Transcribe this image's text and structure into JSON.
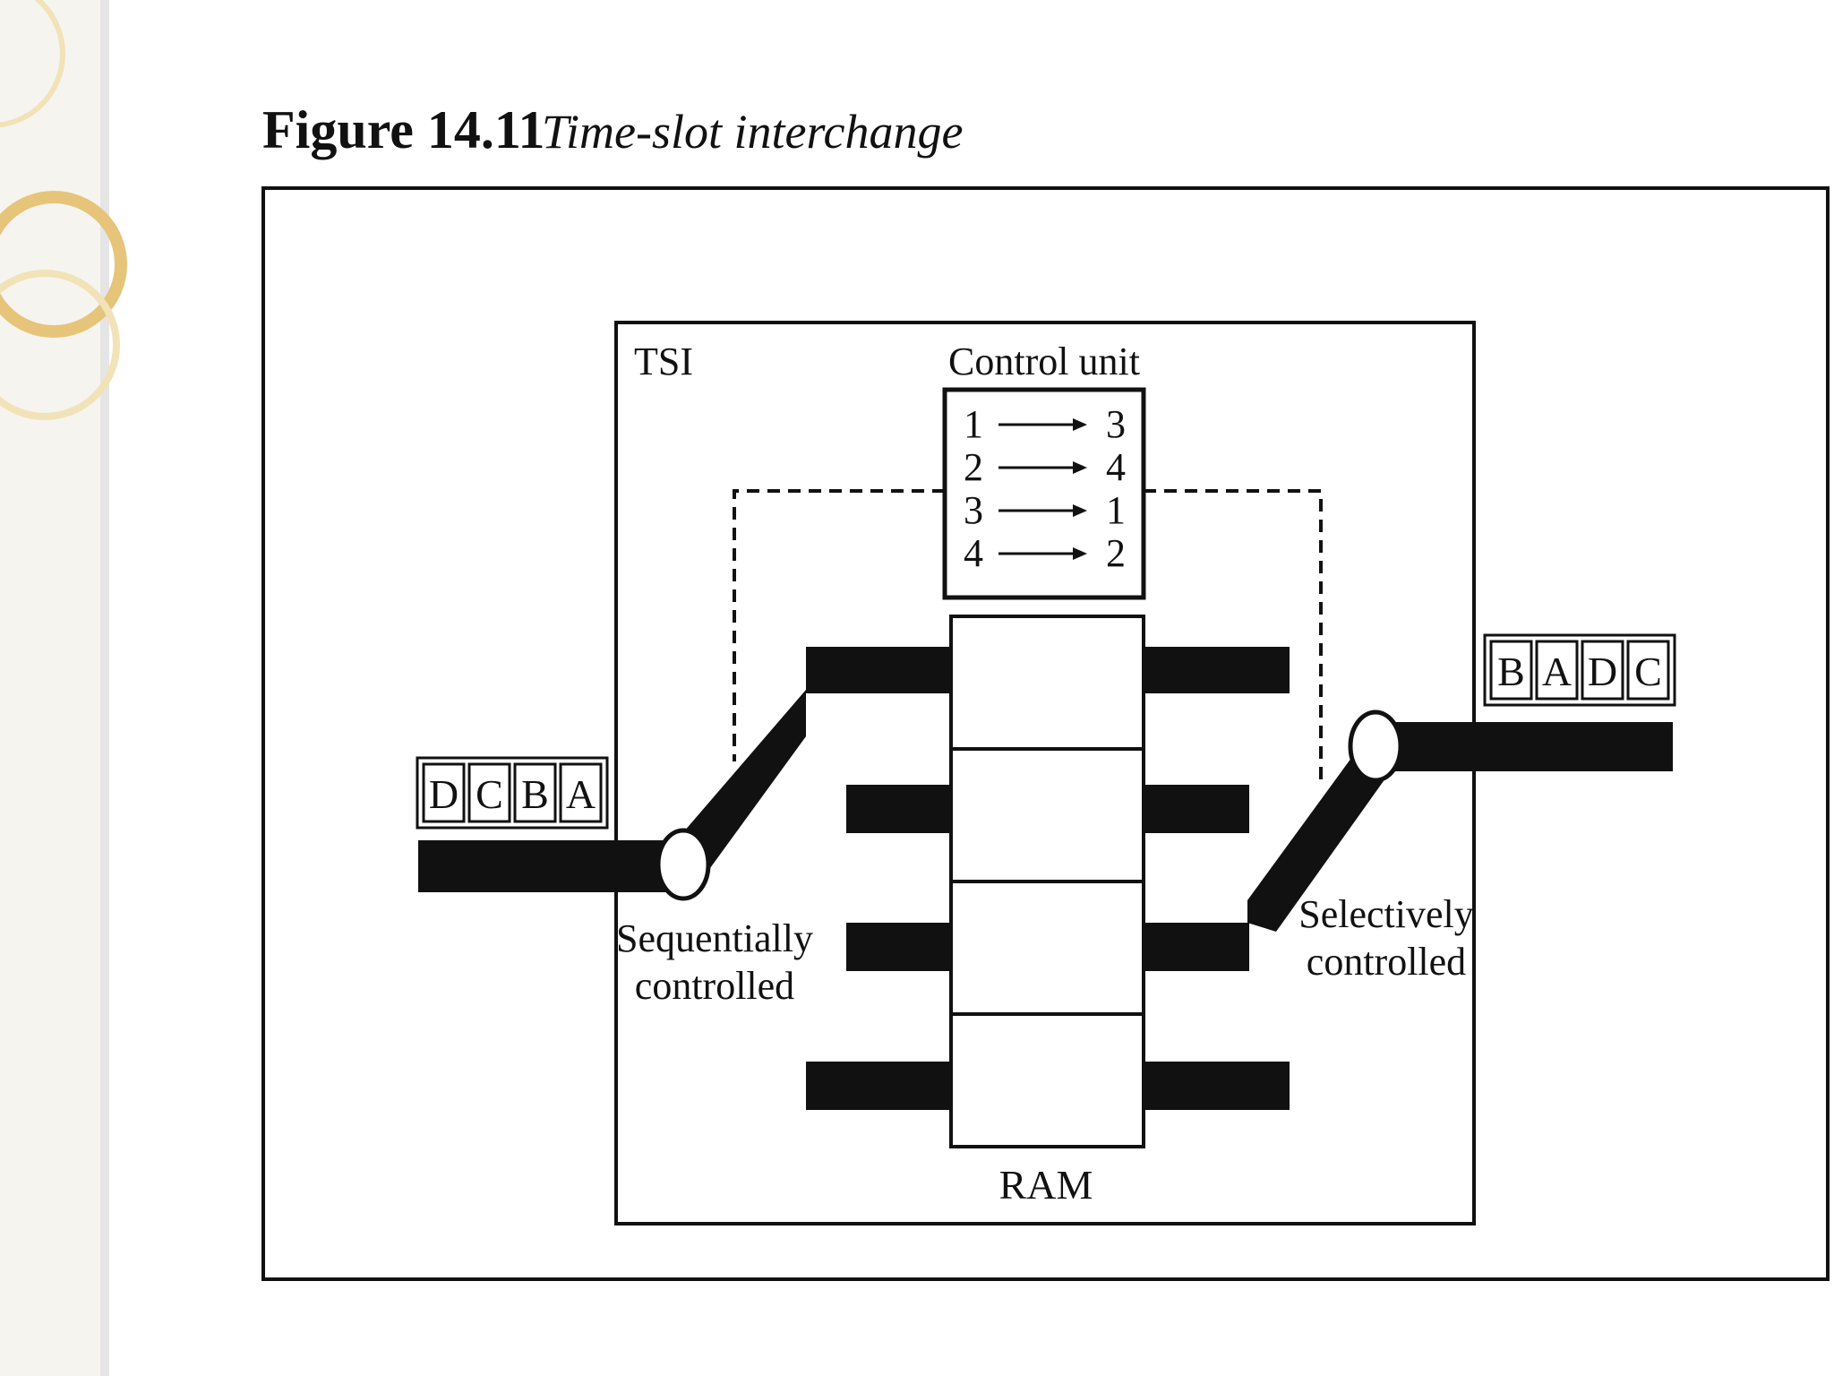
{
  "figure": {
    "number": "Figure 14.11",
    "caption": "Time-slot interchange"
  },
  "tsi": {
    "label": "TSI",
    "control_unit": {
      "label": "Control unit",
      "mappings": [
        {
          "from": "1",
          "to": "3"
        },
        {
          "from": "2",
          "to": "4"
        },
        {
          "from": "3",
          "to": "1"
        },
        {
          "from": "4",
          "to": "2"
        }
      ]
    },
    "ram_label": "RAM",
    "input_switch_label": [
      "Sequentially",
      "controlled"
    ],
    "output_switch_label": [
      "Selectively",
      "controlled"
    ]
  },
  "input_frame": [
    "D",
    "C",
    "B",
    "A"
  ],
  "output_frame": [
    "B",
    "A",
    "D",
    "C"
  ],
  "colors": {
    "ink": "#111111",
    "slide_bar": "#e9e9e9",
    "ring_gold": "#e6c47a",
    "ring_light": "#f2e2b8"
  }
}
